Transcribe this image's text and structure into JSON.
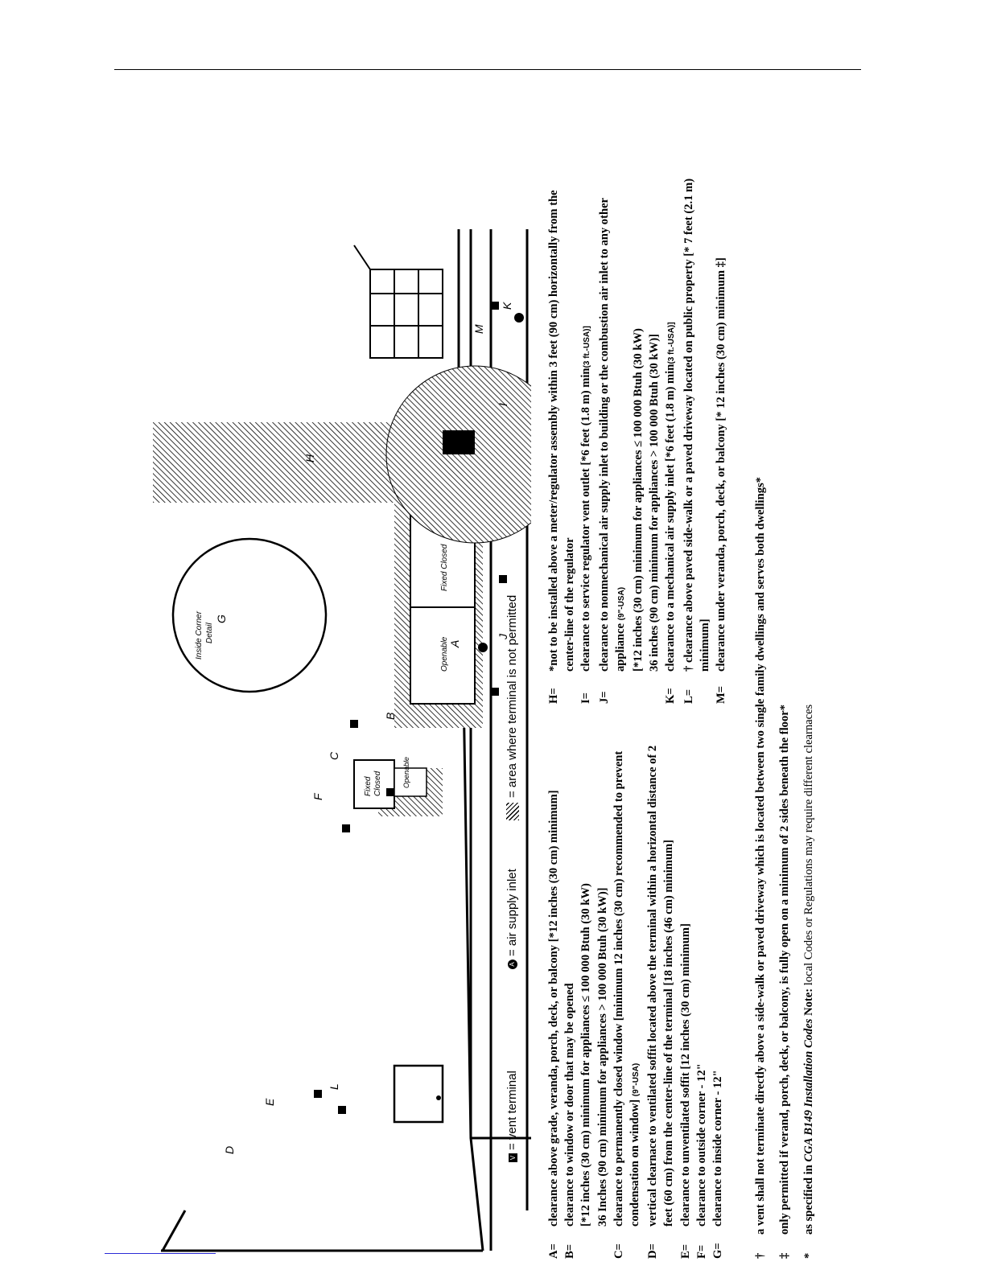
{
  "figure": {
    "labels": {
      "inside_corner_1": "Inside Corner",
      "inside_corner_2": "Detail",
      "fixed_closed_small_1": "Fixed",
      "fixed_closed_small_2": "Closed",
      "openable_small": "Openable",
      "openable_large": "Openable",
      "fixed_closed_large": "Fixed Closed",
      "letters": [
        "A",
        "B",
        "C",
        "D",
        "E",
        "F",
        "G",
        "H",
        "I",
        "J",
        "K",
        "L",
        "M"
      ]
    }
  },
  "legend": {
    "vent_terminal": "= vent terminal",
    "air_supply_inlet": "= air supply inlet",
    "not_permitted": "= area where terminal is not permitted"
  },
  "definitions_left": [
    {
      "key": "A=",
      "text": "clearance above grade, veranda, porch, deck, or balcony [*12 inches (30 cm) minimum]"
    },
    {
      "key": "B=",
      "text": "clearance to window or door that may be opened"
    },
    {
      "key": "",
      "text": "[*12 inches (30 cm) minimum for appliances ≤ 100 000 Btuh (30 kW)"
    },
    {
      "key": "",
      "text": "36 Inches (90 cm) minimum for appliances > 100 000 Btuh (30 kW)]"
    },
    {
      "key": "C=",
      "text": "clearance to permanently closed window [minimum 12 inches (30 cm) recommended to prevent condensation on window]"
    },
    {
      "key": "",
      "text": "(9\"-USA)"
    },
    {
      "key": "D=",
      "text": "vertical clearnace to ventilated soffit located above the terminal within a horizontal distance of 2 feet (60 cm) from the center-line of the terminal [18 inches (46 cm) minimum]"
    },
    {
      "key": "E=",
      "text": "clearance to unventilated soffit [12 inches (30 cm) minimum]"
    },
    {
      "key": "F=",
      "text": "clearance to outside corner - 12\""
    },
    {
      "key": "G=",
      "text": "clearance to inside corner - 12\""
    }
  ],
  "definitions_right": [
    {
      "key": "H=",
      "text": "*not to be installed above a meter/regulator assembly within 3 feet (90 cm) horizontally from the center-line of the regulator"
    },
    {
      "key": "I=",
      "text": "clearance to service regulator vent outlet [*6 feet (1.8 m) min"
    },
    {
      "key": "",
      "text": "(3 ft.-USA)]"
    },
    {
      "key": "J=",
      "text": "clearance to nonmechanical air supply inlet to building or the combustion air inlet to any other appliance"
    },
    {
      "key": "",
      "text": "(9\"-USA)"
    },
    {
      "key": "",
      "text": "[*12 inches (30 cm) minimum for appliances ≤ 100 000 Btuh (30 kW)"
    },
    {
      "key": "",
      "text": "36 inches (90 cm) minimum for appliances > 100 000 Btuh (30 kW)]"
    },
    {
      "key": "K=",
      "text": "clearance to a mechanical air supply inlet [*6 feet (1.8 m) min"
    },
    {
      "key": "",
      "text": "(3 ft.-USA)]"
    },
    {
      "key": "L=",
      "text": "† clearance above paved side-walk or a paved driveway located on public property [* 7 feet (2.1 m) minimum]"
    },
    {
      "key": "M=",
      "text": "clearance under veranda, porch, deck, or balcony [* 12 inches (30 cm) minimum ‡]"
    }
  ],
  "notes": [
    {
      "sym": "†",
      "text": "a vent shall not terminate directly above a side-walk or paved driveway which is located between two single family dwellings and serves both dwellings*"
    },
    {
      "sym": "‡",
      "text": "only permitted if verand, porch, deck, or balcony, is fully open on a minimum of 2 sides beneath the floor*"
    },
    {
      "sym": "*",
      "text": "as specified in",
      "italic": "CGA B149 Installation Codes",
      "bold2": "Note:",
      "rest": "local Codes or Regulations may require different clearnaces"
    }
  ]
}
